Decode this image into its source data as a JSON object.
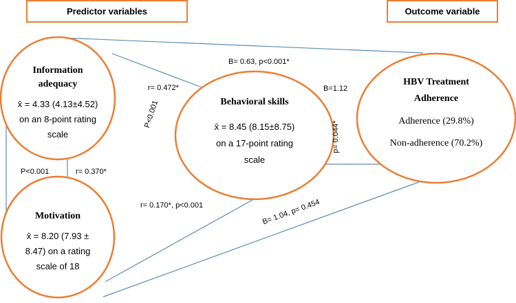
{
  "headers": {
    "predictor": "Predictor variables",
    "outcome": "Outcome variable"
  },
  "nodes": {
    "information": {
      "title_line1": "Information",
      "title_line2": "adequacy",
      "stat_line1": "x̄ = 4.33 (4.13±4.52)",
      "stat_line2": "on an 8-point rating",
      "stat_line3": "scale"
    },
    "behavioral": {
      "title": "Behavioral skills",
      "stat_line1": "x̄ = 8.45 (8.15±8.75)",
      "stat_line2": "on a 17-point rating",
      "stat_line3": "scale"
    },
    "motivation": {
      "title": "Motivation",
      "stat_line1": "x̄ = 8.20 (7.93 ±",
      "stat_line2": "8.47) on a rating",
      "stat_line3": "scale of 18"
    },
    "adherence": {
      "title_line1": "HBV Treatment",
      "title_line2": "Adherence",
      "item1": "Adherence (29.8%)",
      "item2": "Non-adherence (70.2%)"
    }
  },
  "edge_labels": {
    "info_outcome": "B= 0.63, p<0.001*",
    "info_behav_r": "r= 0.472*",
    "info_behav_p": "P<0.001",
    "behav_outcome_b": "B=1.12",
    "behav_outcome_p": "p= 0.044*",
    "info_motiv_p": "P<0.001",
    "info_motiv_r": "r= 0.370*",
    "motiv_behav": "r= 0.170*, p<0.001",
    "motiv_outcome": "B= 1.04, p= 0.454"
  },
  "colors": {
    "node_border": "#ED7D31",
    "edge": "#5B8DB8"
  }
}
